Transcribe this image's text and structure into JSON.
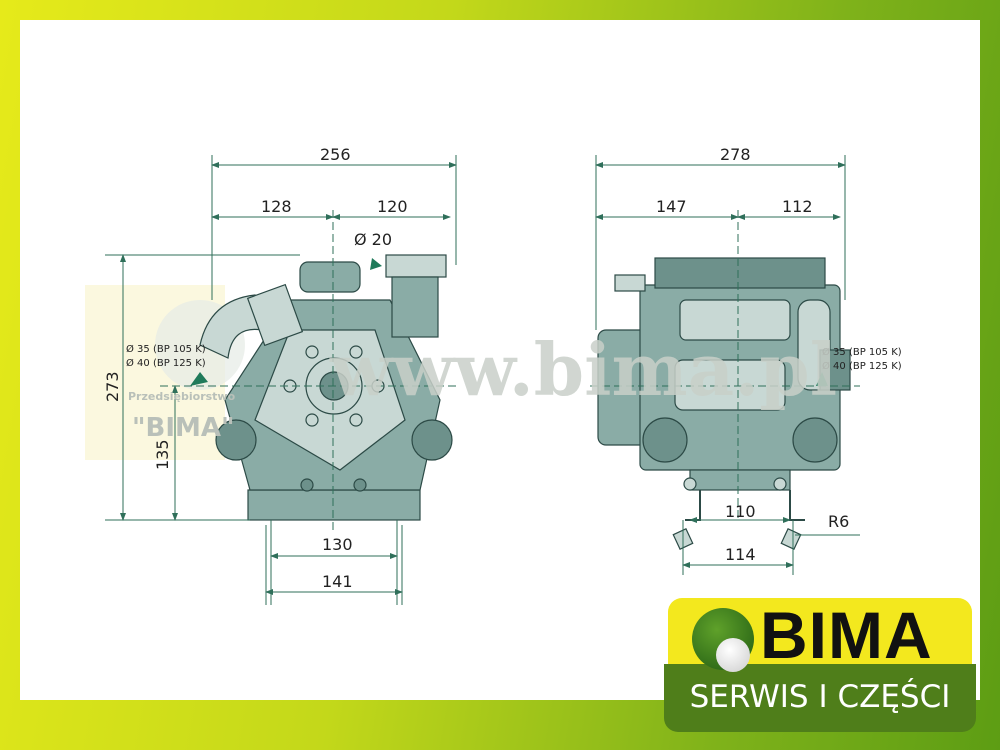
{
  "watermark": {
    "url": "www.bima.pl",
    "company_line": "Przedsiębiorstwo",
    "company_name": "\"BIMA\""
  },
  "left_view": {
    "dim_total_width": "256",
    "dim_left": "128",
    "dim_right": "120",
    "dim_outlet": "Ø 20",
    "dim_height": "273",
    "dim_axis_height": "135",
    "dim_base_inner": "130",
    "dim_base_outer": "141",
    "inlet_label_1": "Ø 35 (BP 105 K)",
    "inlet_label_2": "Ø 40 (BP 125 K)"
  },
  "right_view": {
    "dim_total_width": "278",
    "dim_left": "147",
    "dim_right": "112",
    "dim_base_inner": "110",
    "dim_base_outer": "114",
    "dim_radius": "R6",
    "inlet_label_1": "Ø 35 (BP 105 K)",
    "inlet_label_2": "Ø 40 (BP 125 K)"
  },
  "logo": {
    "brand": "BIMA",
    "tagline": "SERWIS I CZĘŚCI"
  }
}
